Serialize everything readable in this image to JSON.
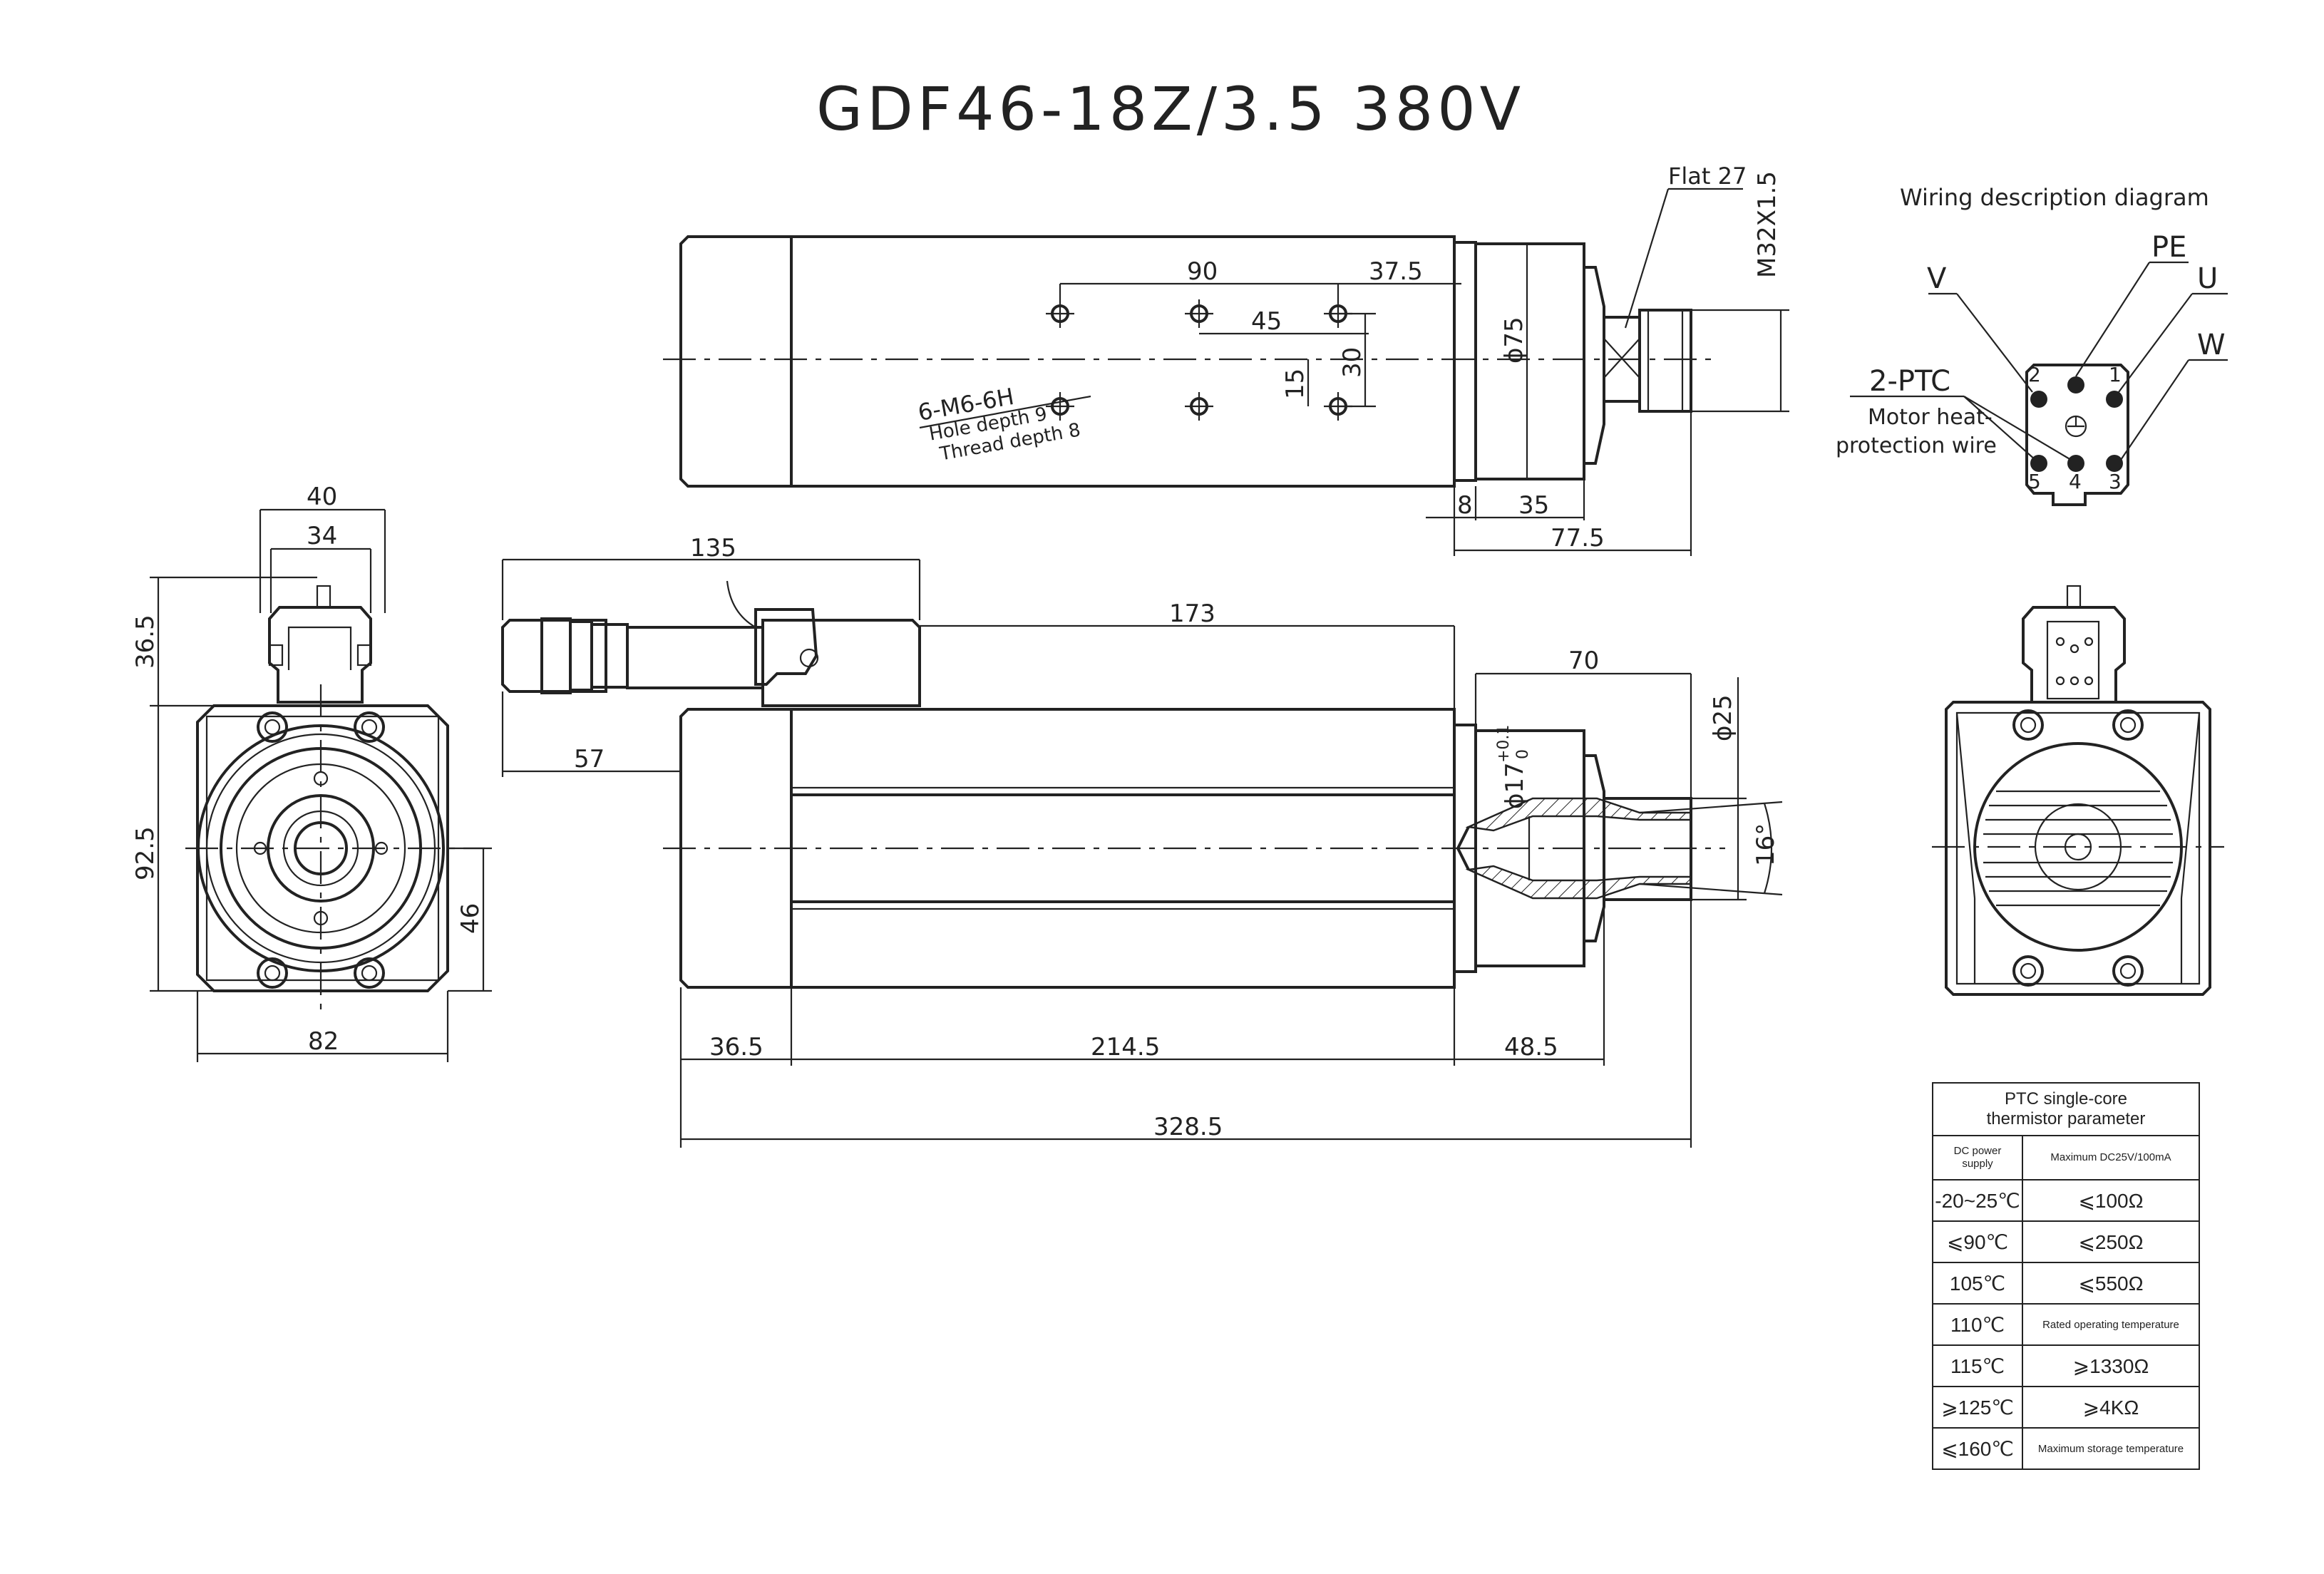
{
  "title": "GDF46-18Z/3.5 380V",
  "top_view": {
    "flat_label": "Flat 27",
    "thread_label": "M32X1.5",
    "dims": {
      "d90": "90",
      "d37_5": "37.5",
      "d45": "45",
      "d30": "30",
      "d15": "15",
      "phi75": "ϕ75",
      "d8": "8",
      "d35": "35",
      "d77_5": "77.5"
    },
    "hole_note": {
      "spec": "6-M6-6H",
      "depth": "Hole depth 9",
      "thread": "Thread depth 8"
    }
  },
  "front_view": {
    "dims": {
      "d40": "40",
      "d34": "34",
      "d36_5": "36.5",
      "d92_5": "92.5",
      "d46": "46",
      "d82": "82"
    }
  },
  "side_view": {
    "dims": {
      "d135": "135",
      "d57": "57",
      "d173": "173",
      "d70": "70",
      "phi25": "ϕ25",
      "phi17": "ϕ17",
      "tol": "+0.1",
      "tol_low": "0",
      "deg16": "16°",
      "d36_5": "36.5",
      "d214_5": "214.5",
      "d48_5": "48.5",
      "d328_5": "328.5"
    }
  },
  "wiring": {
    "title": "Wiring description diagram",
    "labels": {
      "pe": "PE",
      "v": "V",
      "u": "U",
      "w": "W",
      "ptc": "2-PTC",
      "ptc_desc1": "Motor heat-",
      "ptc_desc2": "protection wire"
    },
    "pins": {
      "p1": "1",
      "p2": "2",
      "p3": "3",
      "p4": "4",
      "p5": "5"
    }
  },
  "ptc_table": {
    "header": {
      "line1": "PTC single-core",
      "line2": "thermistor parameter"
    },
    "subheader": {
      "left_line1": "DC power",
      "left_line2": "supply",
      "right": "Maximum DC25V/100mA"
    },
    "rows": [
      {
        "temp": "-20~25℃",
        "value": "⩽100Ω"
      },
      {
        "temp": "⩽90℃",
        "value": "⩽250Ω"
      },
      {
        "temp": "105℃",
        "value": "⩽550Ω"
      },
      {
        "temp": "110℃",
        "value": "Rated operating temperature"
      },
      {
        "temp": "115℃",
        "value": "⩾1330Ω"
      },
      {
        "temp": "⩾125℃",
        "value": "⩾4KΩ"
      },
      {
        "temp": "⩽160℃",
        "value": "Maximum storage temperature"
      }
    ]
  }
}
